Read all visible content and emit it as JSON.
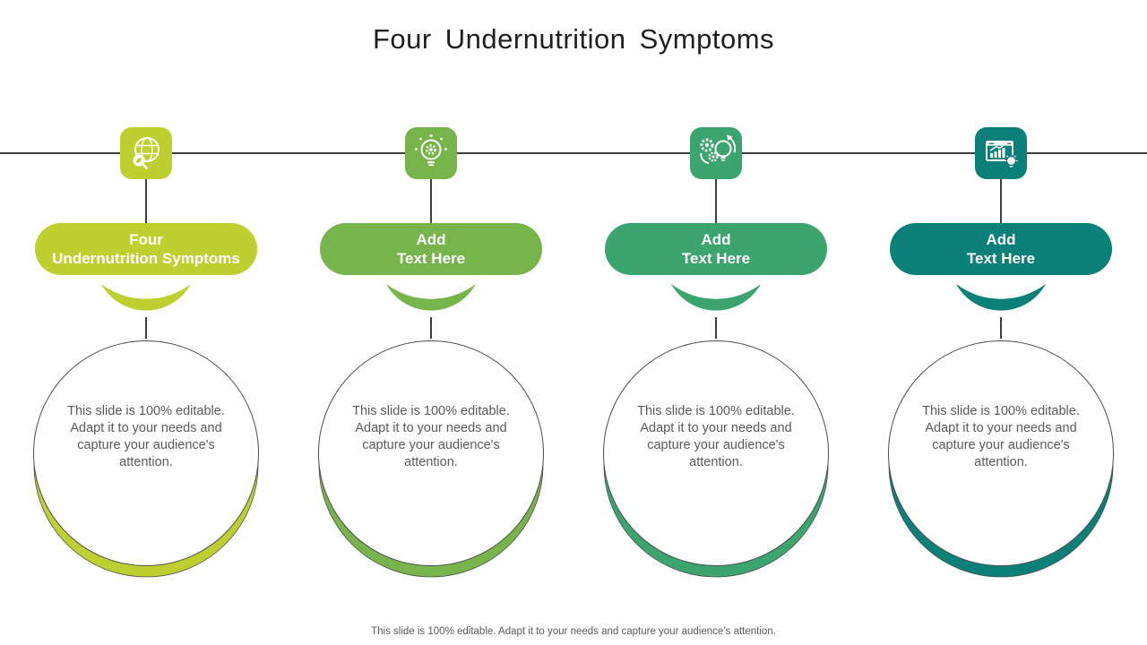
{
  "slide": {
    "title": "Four Undernutrition Symptoms",
    "footer": "This slide is 100% editable. Adapt it to your needs and capture your audience’s attention."
  },
  "columns": [
    {
      "color": "#bed030",
      "icon": "globe-search-icon",
      "pill_line1": "Four",
      "pill_line2": "Undernutrition Symptoms",
      "body": "This slide is 100% editable. Adapt it to your needs and capture your audience's attention."
    },
    {
      "color": "#77b44b",
      "icon": "idea-gear-bulb-icon",
      "pill_line1": "Add",
      "pill_line2": "Text Here",
      "body": "This slide is 100% editable. Adapt it to your needs and capture your audience's attention."
    },
    {
      "color": "#3ca46e",
      "icon": "gears-bulb-sync-icon",
      "pill_line1": "Add",
      "pill_line2": "Text Here",
      "body": "This slide is 100% editable. Adapt it to your needs and capture your audience's attention."
    },
    {
      "color": "#0b8078",
      "icon": "analytics-window-bulb-icon",
      "pill_line1": "Add",
      "pill_line2": "Text Here",
      "body": "This slide is 100% editable. Adapt it to your needs and capture your audience's attention."
    }
  ]
}
